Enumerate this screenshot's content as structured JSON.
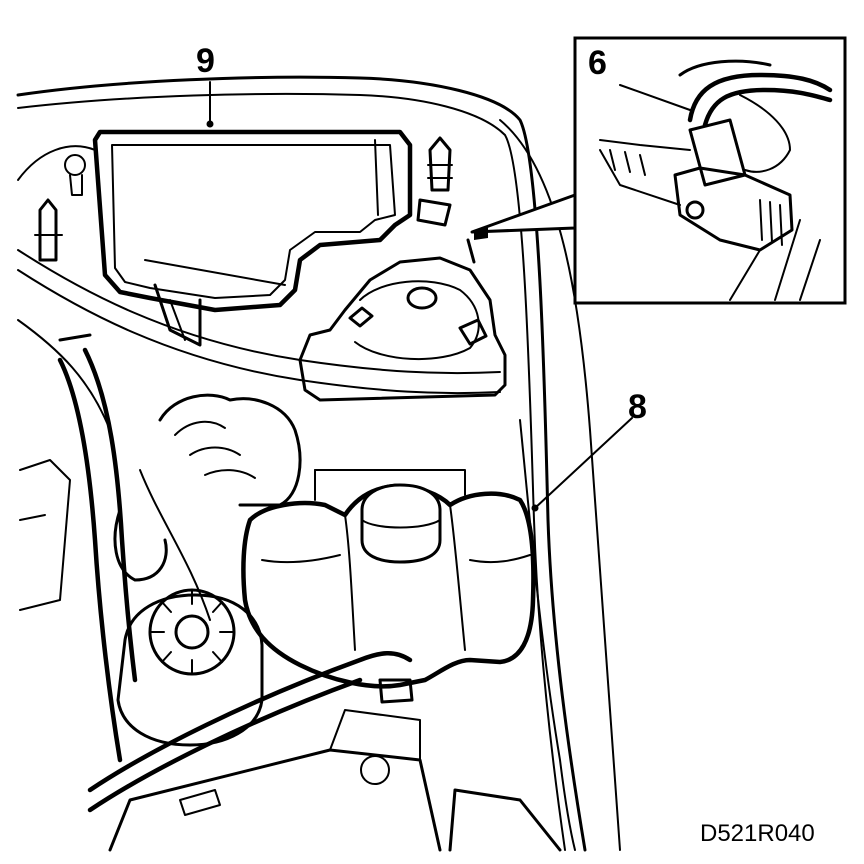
{
  "labels": {
    "part_9": "9",
    "part_6": "6",
    "part_8": "8"
  },
  "drawing_code": "D521R040"
}
